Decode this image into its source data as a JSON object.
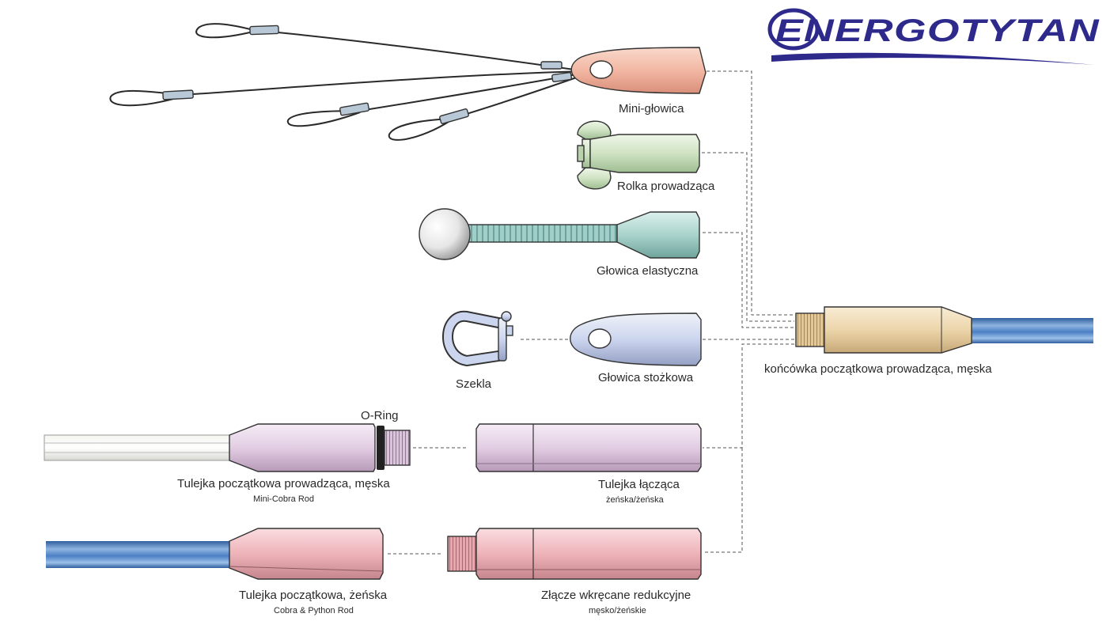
{
  "logo": {
    "text": "ENERGOTYTAN"
  },
  "colors": {
    "mini_glowica": "#f2b7a3",
    "rolka": "#cfe3c3",
    "glowica_elastyczna": "#a9d3cc",
    "glowica_stozkowa": "#ccd5ee",
    "koncowka": "#ecd5aa",
    "tulejka_lilac": "#e2cde3",
    "tulejka_pink": "#eeb3b9",
    "rod_blue": "#4b7fc4",
    "logo_blue": "#2e2a8c"
  },
  "labels": {
    "mini_glowica": "Mini-głowica",
    "rolka_prowadzaca": "Rolka prowadząca",
    "glowica_elastyczna": "Głowica elastyczna",
    "glowica_stozkowa": "Głowica stożkowa",
    "szekla": "Szekla",
    "koncowka": "końcówka początkowa prowadząca, męska",
    "o_ring": "O-Ring",
    "tulejka_prowadzaca": "Tulejka początkowa prowadząca, męska",
    "tulejka_prowadzaca_sub": "Mini-Cobra Rod",
    "tulejka_laczaca": "Tulejka łącząca",
    "tulejka_laczaca_sub": "żeńska/żeńska",
    "tulejka_zenska": "Tulejka początkowa, żeńska",
    "tulejka_zenska_sub": "Cobra & Python Rod",
    "zlacze": "Złącze wkręcane redukcyjne",
    "zlacze_sub": "męsko/żeńskie"
  }
}
